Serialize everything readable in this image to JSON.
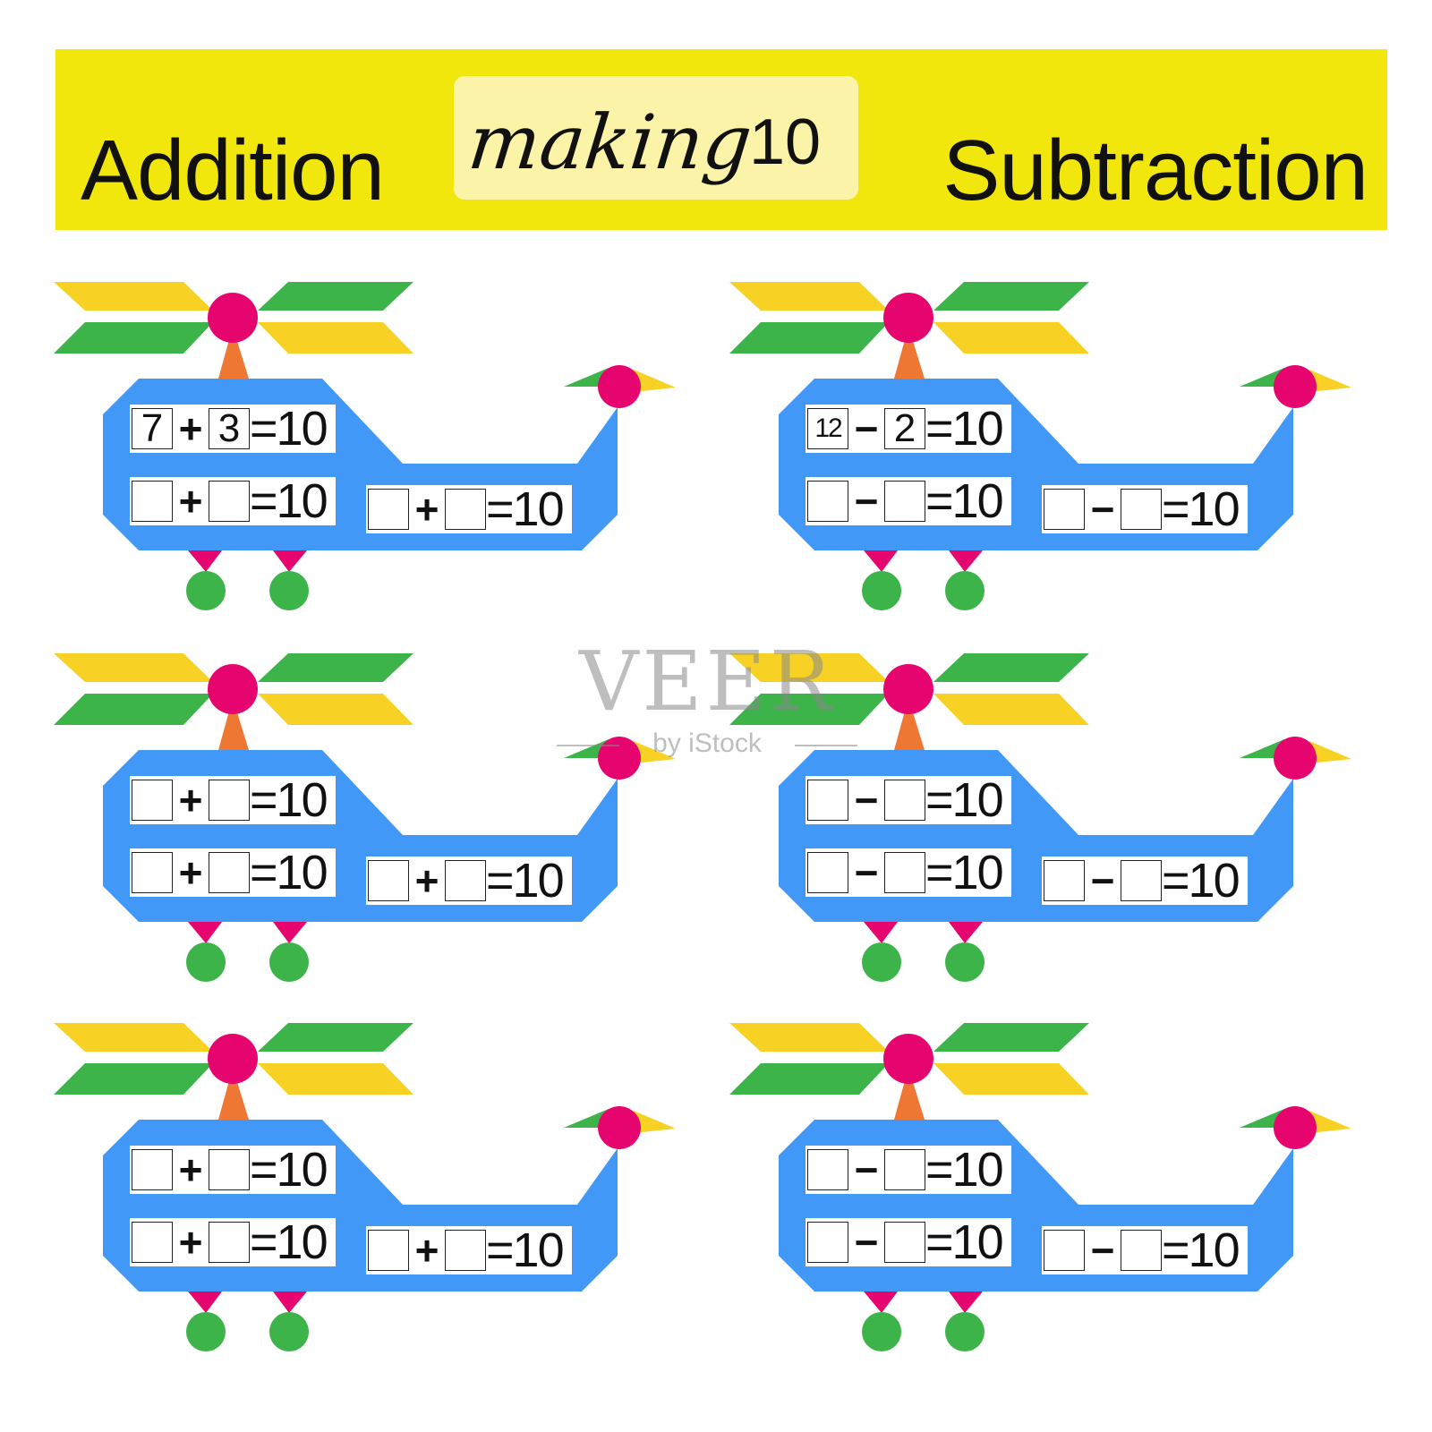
{
  "header": {
    "left": "Addition",
    "middle_script": "making",
    "middle_number": "10",
    "right": "Subtraction"
  },
  "colors": {
    "banner": "#f2e70d",
    "pill": "#faf3a8",
    "body": "#4198f6",
    "rotor_yellow": "#f7d225",
    "rotor_green": "#3cb44a",
    "hub": "#e6056e",
    "mast": "#ee7733",
    "wheel": "#3cb44a",
    "strut": "#e6056e"
  },
  "helicopters": [
    {
      "id": "addition-1",
      "op": "+",
      "equations": [
        {
          "a": "7",
          "op": "+",
          "b": "3",
          "rhs": "=10"
        },
        {
          "a": "",
          "op": "+",
          "b": "",
          "rhs": "=10"
        },
        {
          "a": "",
          "op": "+",
          "b": "",
          "rhs": "=10"
        }
      ]
    },
    {
      "id": "subtraction-1",
      "op": "-",
      "equations": [
        {
          "a": "12",
          "op": "−",
          "b": "2",
          "rhs": "=10"
        },
        {
          "a": "",
          "op": "−",
          "b": "",
          "rhs": "=10"
        },
        {
          "a": "",
          "op": "−",
          "b": "",
          "rhs": "=10"
        }
      ]
    },
    {
      "id": "addition-2",
      "op": "+",
      "equations": [
        {
          "a": "",
          "op": "+",
          "b": "",
          "rhs": "=10"
        },
        {
          "a": "",
          "op": "+",
          "b": "",
          "rhs": "=10"
        },
        {
          "a": "",
          "op": "+",
          "b": "",
          "rhs": "=10"
        }
      ]
    },
    {
      "id": "subtraction-2",
      "op": "-",
      "equations": [
        {
          "a": "",
          "op": "−",
          "b": "",
          "rhs": "=10"
        },
        {
          "a": "",
          "op": "−",
          "b": "",
          "rhs": "=10"
        },
        {
          "a": "",
          "op": "−",
          "b": "",
          "rhs": "=10"
        }
      ]
    },
    {
      "id": "addition-3",
      "op": "+",
      "equations": [
        {
          "a": "",
          "op": "+",
          "b": "",
          "rhs": "=10"
        },
        {
          "a": "",
          "op": "+",
          "b": "",
          "rhs": "=10"
        },
        {
          "a": "",
          "op": "+",
          "b": "",
          "rhs": "=10"
        }
      ]
    },
    {
      "id": "subtraction-3",
      "op": "-",
      "equations": [
        {
          "a": "",
          "op": "−",
          "b": "",
          "rhs": "=10"
        },
        {
          "a": "",
          "op": "−",
          "b": "",
          "rhs": "=10"
        },
        {
          "a": "",
          "op": "−",
          "b": "",
          "rhs": "=10"
        }
      ]
    }
  ],
  "watermark": {
    "brand": "VEER",
    "sub": "by iStock"
  }
}
